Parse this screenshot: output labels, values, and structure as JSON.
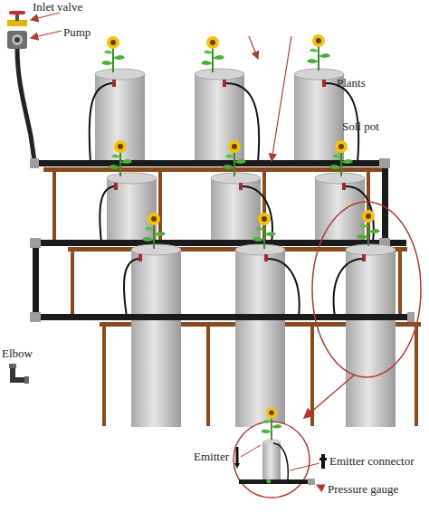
{
  "diagram": {
    "labels": [
      "Inlet valve",
      "Pump",
      "Plants",
      "Soil pot",
      "Elbow",
      "Emitter",
      "Emitter connector",
      "Pressure gauge"
    ]
  }
}
